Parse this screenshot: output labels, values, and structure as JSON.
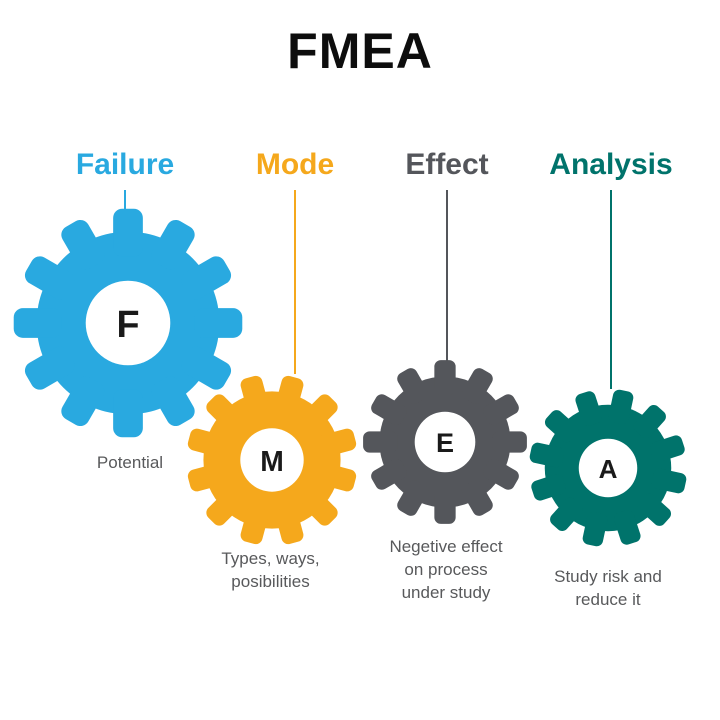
{
  "title": "FMEA",
  "caption_color": "#58595b",
  "letter_color": "#1a1a1a",
  "columns": [
    {
      "label": "Failure",
      "color": "#29a9e0",
      "letter": "F",
      "caption": "Potential"
    },
    {
      "label": "Mode",
      "color": "#f5a81c",
      "letter": "M",
      "caption": "Types, ways,\nposibilities"
    },
    {
      "label": "Effect",
      "color": "#54565b",
      "letter": "E",
      "caption": "Negetive effect\non process\nunder study"
    },
    {
      "label": "Analysis",
      "color": "#00736b",
      "letter": "A",
      "caption": "Study risk and\nreduce it"
    }
  ]
}
